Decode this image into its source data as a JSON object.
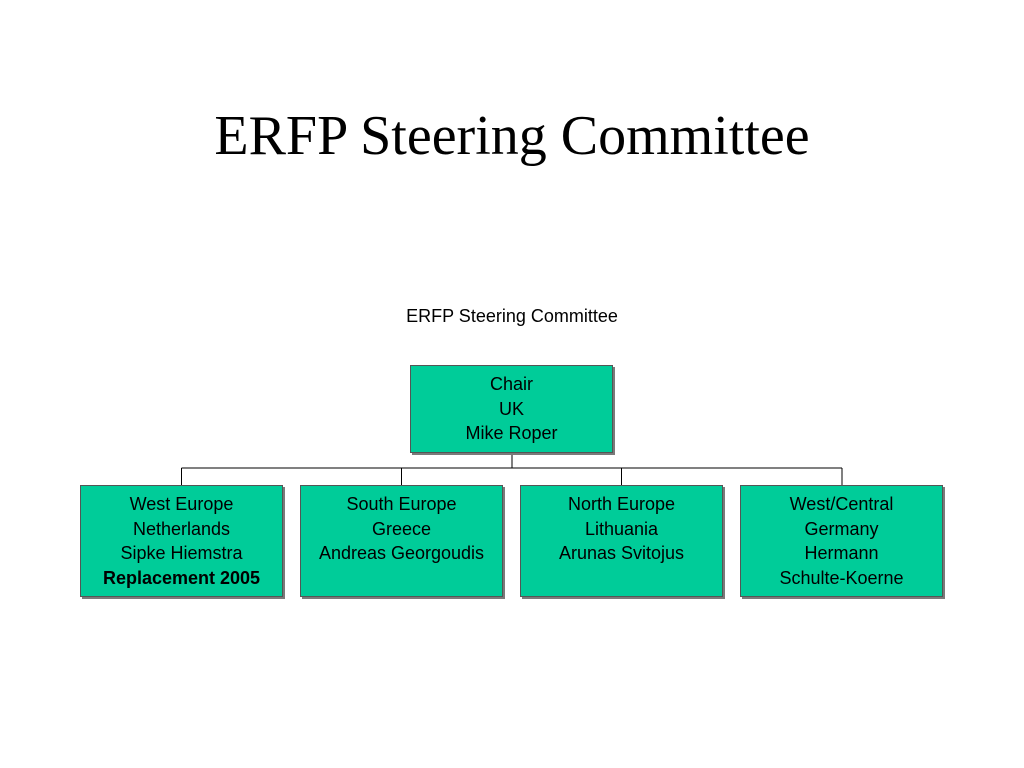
{
  "slide": {
    "title": "ERFP Steering Committee"
  },
  "org_chart": {
    "caption": "ERFP Steering Committee",
    "box_color": "#00cc99",
    "root": {
      "lines": [
        {
          "text": "Chair",
          "bold": false
        },
        {
          "text": "UK",
          "bold": false
        },
        {
          "text": "Mike Roper",
          "bold": false
        }
      ]
    },
    "children": [
      {
        "lines": [
          {
            "text": "West Europe",
            "bold": false
          },
          {
            "text": "Netherlands",
            "bold": false
          },
          {
            "text": "Sipke Hiemstra",
            "bold": false
          },
          {
            "text": "Replacement 2005",
            "bold": true
          }
        ]
      },
      {
        "lines": [
          {
            "text": "South Europe",
            "bold": false
          },
          {
            "text": "Greece",
            "bold": false
          },
          {
            "text": "Andreas Georgoudis",
            "bold": false
          }
        ]
      },
      {
        "lines": [
          {
            "text": "North Europe",
            "bold": false
          },
          {
            "text": "Lithuania",
            "bold": false
          },
          {
            "text": "Arunas Svitojus",
            "bold": false
          }
        ]
      },
      {
        "lines": [
          {
            "text": "West/Central",
            "bold": false
          },
          {
            "text": "Germany",
            "bold": false
          },
          {
            "text": "Hermann",
            "bold": false
          },
          {
            "text": "Schulte-Koerne",
            "bold": false
          }
        ]
      }
    ]
  }
}
